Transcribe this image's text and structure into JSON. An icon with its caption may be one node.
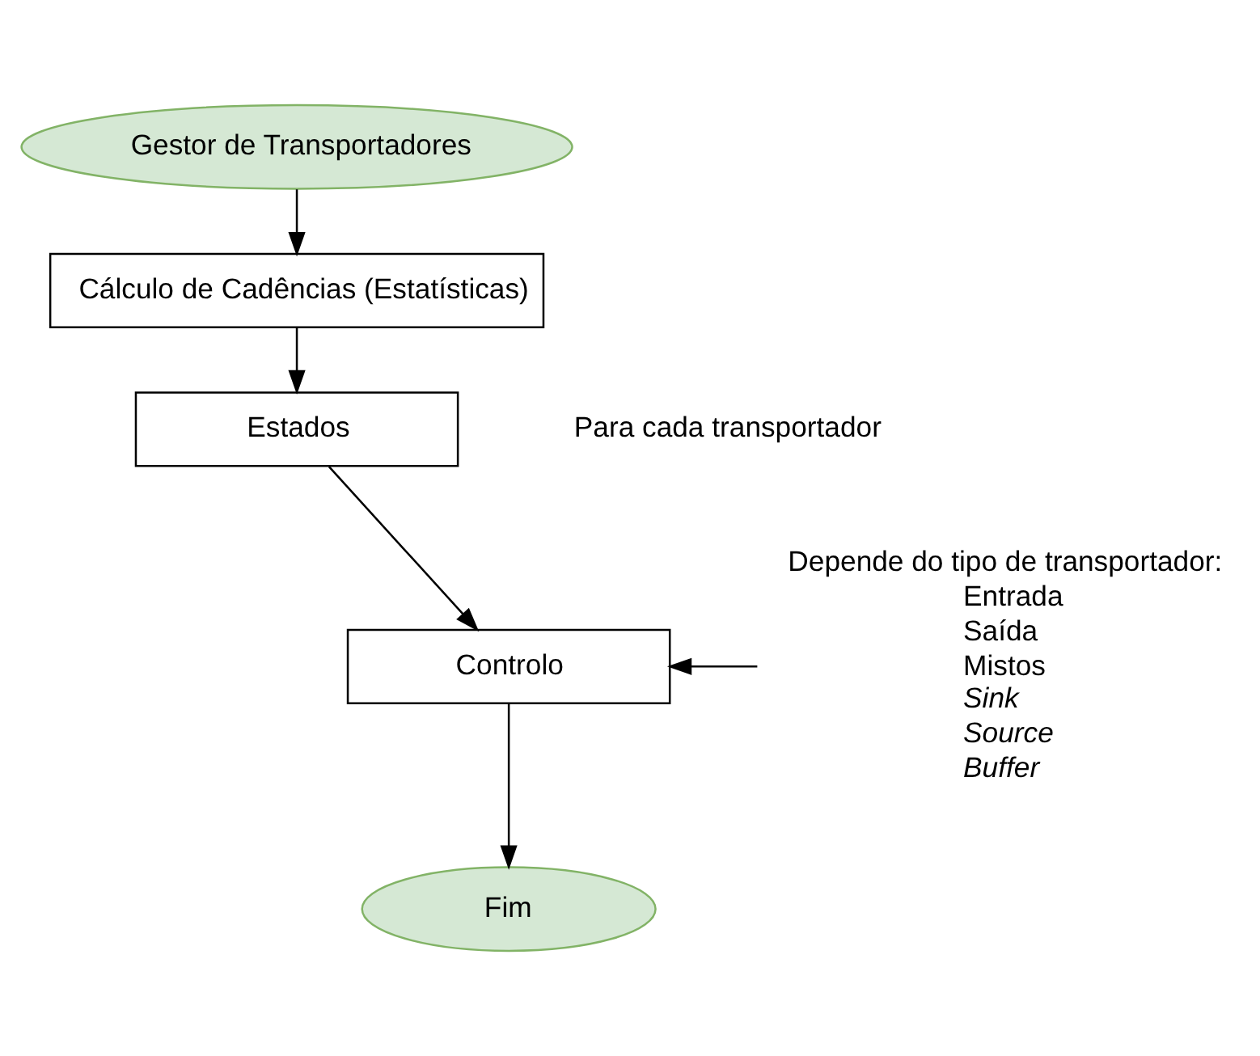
{
  "diagram": {
    "nodes": [
      {
        "text": [
          "Gestor de Transportadores"
        ]
      },
      {
        "text": [
          "Cálculo de Cadências (Estatísticas)"
        ]
      },
      {
        "text": [
          "Estados"
        ]
      },
      {
        "text": [
          "Controlo"
        ]
      },
      {
        "text": [
          "Fim"
        ]
      },
      {
        "text": [
          "Depende do tipo de transportador:",
          "Entrada",
          "Saída",
          "Mistos",
          "*Sink*",
          "*Source*",
          "*Buffer*"
        ]
      }
    ],
    "edges": [
      {
        "from": 0,
        "to": 1,
        "arrow": "to"
      },
      {
        "from": 1,
        "to": 2,
        "arrow": "to"
      },
      {
        "from": 2,
        "to": 3,
        "arrow": "to"
      },
      {
        "from": 3,
        "to": 4,
        "arrow": "to"
      },
      {
        "from": 5,
        "to": 3,
        "arrow": "to"
      }
    ],
    "labels": [
      "Para cada transportador"
    ]
  }
}
